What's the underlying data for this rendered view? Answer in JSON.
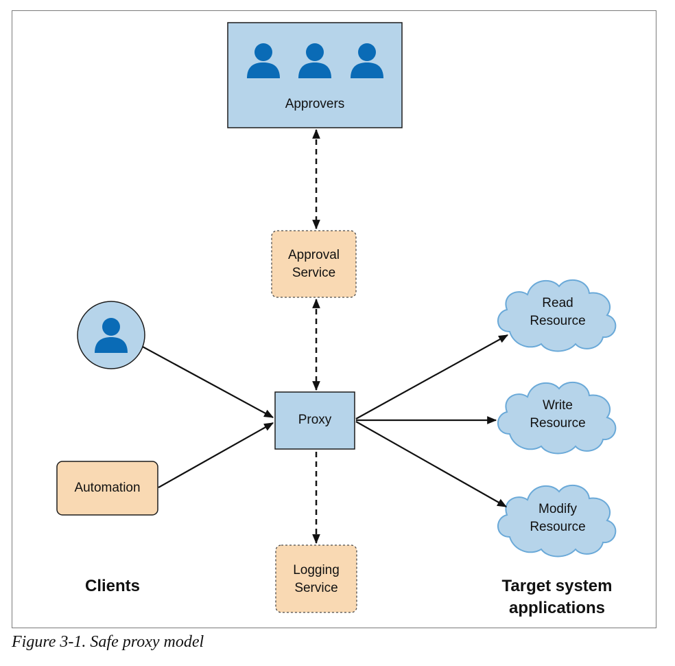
{
  "nodes": {
    "approvers": "Approvers",
    "approval_service": "Approval\nService",
    "proxy": "Proxy",
    "automation": "Automation",
    "logging_service": "Logging\nService",
    "read_resource": "Read\nResource",
    "write_resource": "Write\nResource",
    "modify_resource": "Modify\nResource"
  },
  "group_labels": {
    "clients": "Clients",
    "targets": "Target system\napplications"
  },
  "caption": "Figure 3-1. Safe proxy model",
  "colors": {
    "blue_box": "#b6d4ea",
    "orange_box": "#f9d9b3",
    "person_icon": "#0a6bb6",
    "cloud_fill": "#b6d4ea",
    "cloud_stroke": "#6aa9d8",
    "arrow": "#111111"
  },
  "icons": [
    "person-icon",
    "cloud-shape"
  ]
}
